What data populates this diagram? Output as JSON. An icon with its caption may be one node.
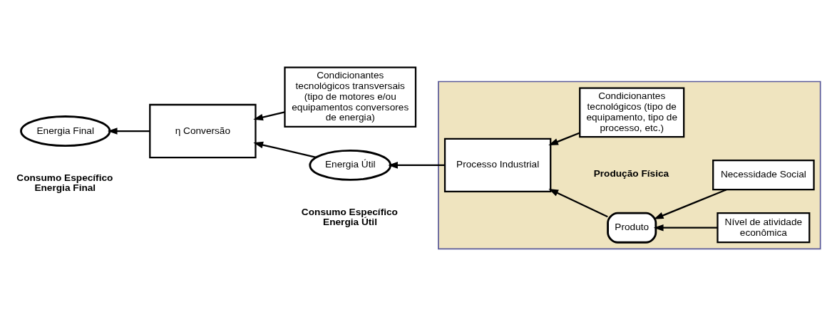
{
  "diagram": {
    "nodes": [
      {
        "text": [
          "Energia Final"
        ],
        "beside": [
          "Consumo Específico Energia Final"
        ]
      },
      {
        "text": [
          "η Conversão"
        ]
      },
      {
        "text": [
          "Condicionantes tecnológicos transversais (tipo de motores e/ou equipamentos conversores de energia)"
        ]
      },
      {
        "text": [
          "Energia Útil"
        ],
        "beside": [
          "Consumo Específico Energia Útil"
        ]
      },
      {
        "text": [],
        "shape": "box"
      },
      {
        "text": [
          "Processo Industrial"
        ],
        "in": 4
      },
      {
        "text": [
          "Condicionantes tecnológicos (tipo de equipamento, tipo de processo, etc.)"
        ],
        "in": 4
      },
      {
        "text": [
          "Produto"
        ],
        "in": 4,
        "beside": [
          "Produção Física"
        ]
      },
      {
        "text": [
          "Necessidade Social"
        ],
        "in": 4
      },
      {
        "text": [
          "Nível de atividade econômica"
        ],
        "in": 4
      }
    ],
    "edges": [
      {
        "from": 1,
        "to": 0,
        "arrow": "to"
      },
      {
        "from": 2,
        "to": 1,
        "arrow": "to"
      },
      {
        "from": 3,
        "to": 1,
        "arrow": "to"
      },
      {
        "from": 5,
        "to": 3,
        "arrow": "to"
      },
      {
        "from": 6,
        "to": 5,
        "arrow": "to"
      },
      {
        "from": 7,
        "to": 5,
        "arrow": "to"
      },
      {
        "from": 8,
        "to": 7,
        "arrow": "to"
      },
      {
        "from": 9,
        "to": 7,
        "arrow": "to"
      }
    ]
  }
}
